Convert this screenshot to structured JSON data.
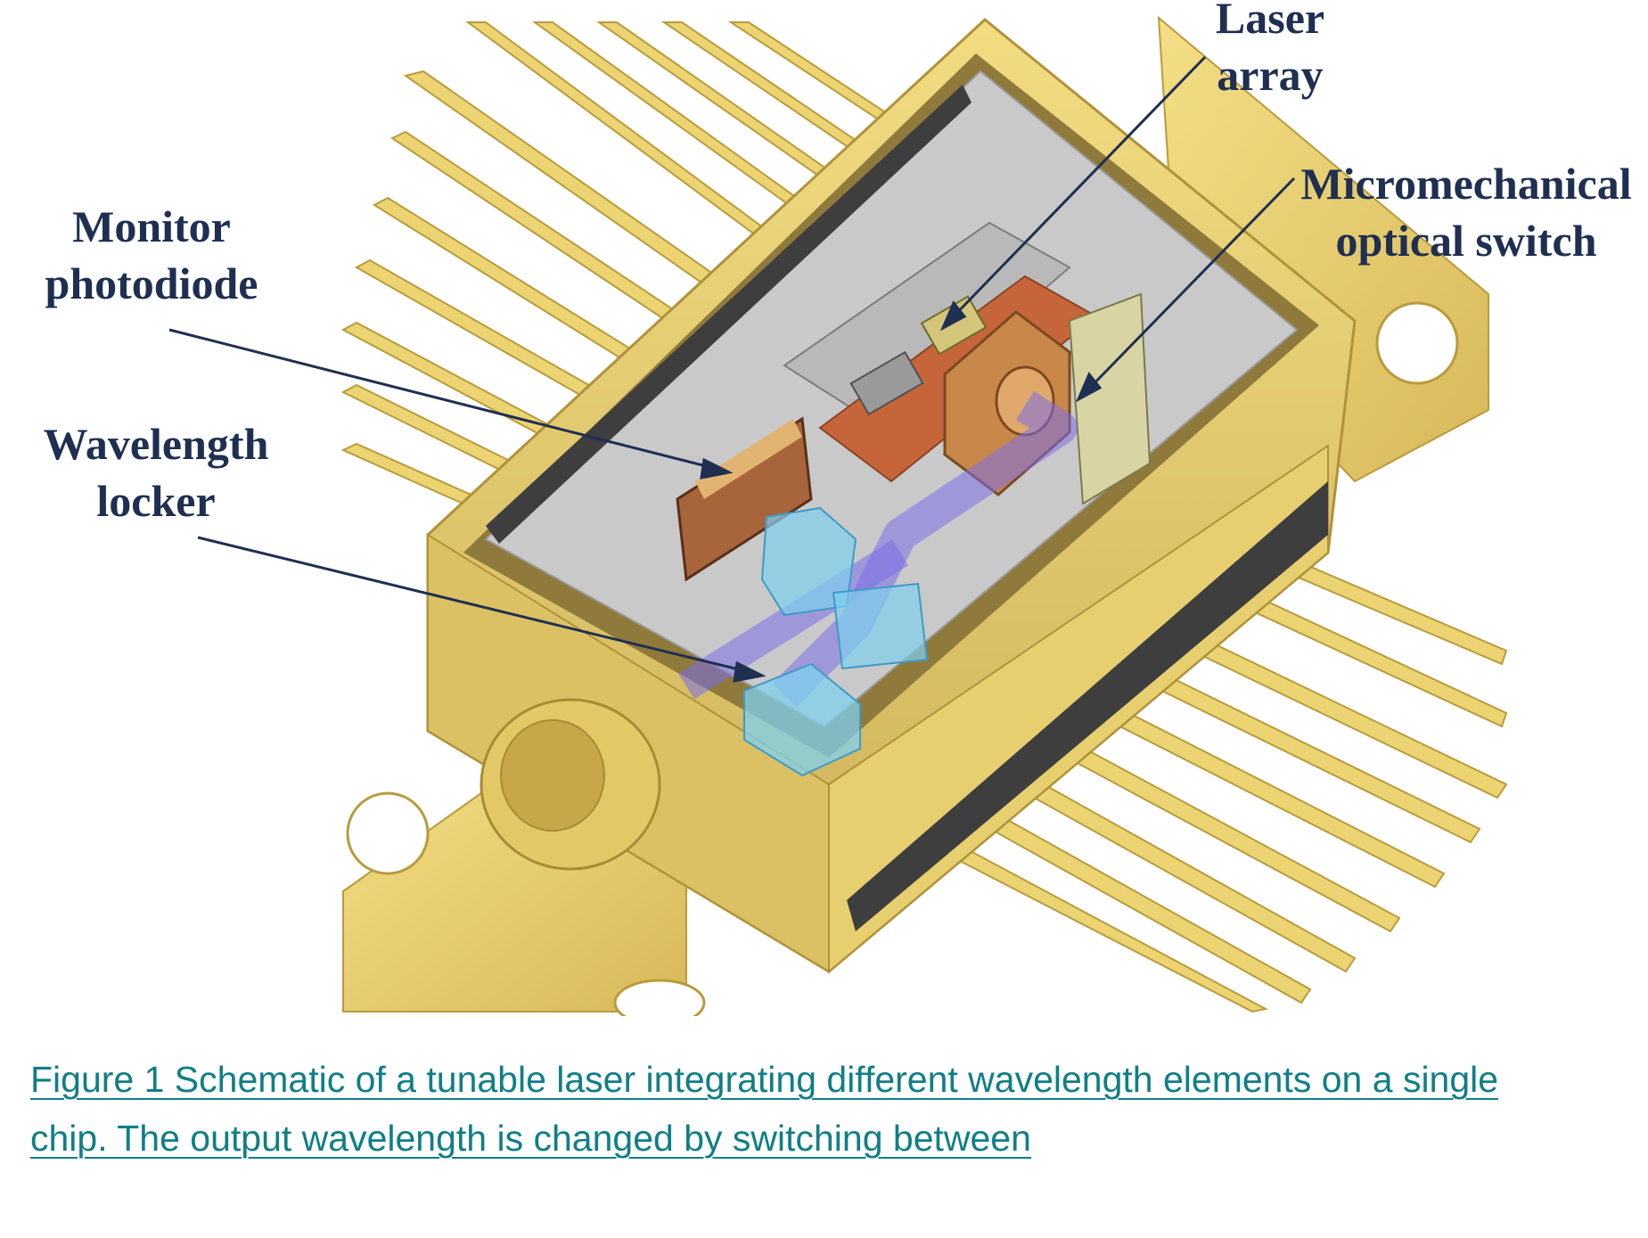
{
  "figure": {
    "labels": {
      "laser_array": [
        "Laser",
        "array"
      ],
      "switch": [
        "Micromechanical",
        "optical switch"
      ],
      "monitor": [
        "Monitor",
        "photodiode"
      ],
      "locker": [
        "Wavelength",
        "locker"
      ]
    },
    "colors": {
      "gold": "#e8cf6a",
      "gold_dark": "#b69a3a",
      "copper": "#c8783f",
      "beam": "#7a6ee8",
      "cube": "#7fd0ee",
      "label": "#1f2f52"
    }
  },
  "caption": {
    "text": "Figure 1 Schematic of a tunable laser integrating different wavelength elements on a single chip. The output wavelength is changed by switching between",
    "color": "#0f7f86"
  }
}
